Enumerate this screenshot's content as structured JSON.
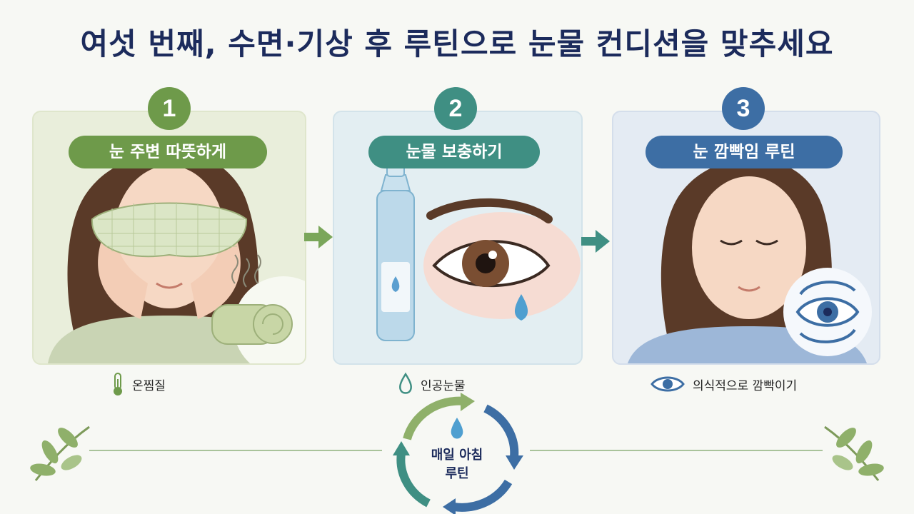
{
  "title": "여섯 번째, 수면·기상 후 루틴으로 눈물 컨디션을 맞추세요",
  "steps": [
    {
      "number": "1",
      "label": "눈 주변 따뜻하게",
      "caption": "온찜질",
      "icon": "thermometer-icon",
      "color": "#6e9a4a"
    },
    {
      "number": "2",
      "label": "눈물 보충하기",
      "caption": "인공눈물",
      "icon": "water-drop-icon",
      "color": "#3f8f83"
    },
    {
      "number": "3",
      "label": "눈 깜빡임 루틴",
      "caption": "의식적으로 깜빡이기",
      "icon": "eye-icon",
      "color": "#3d6ea4"
    }
  ],
  "cycle": {
    "line1": "매일 아침",
    "line2": "루틴",
    "icon": "water-drop-icon"
  },
  "colors": {
    "title": "#1c2b5c",
    "green": "#6e9a4a",
    "teal": "#3f8f83",
    "blue": "#3d6ea4"
  }
}
